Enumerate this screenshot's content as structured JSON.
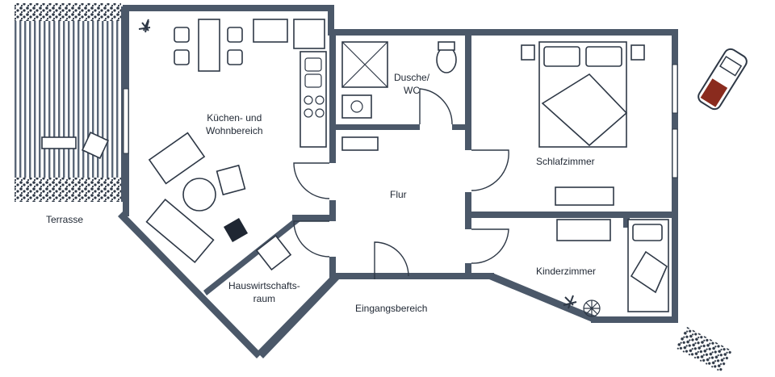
{
  "plan": {
    "rooms": {
      "terrace": "Terrasse",
      "kitchen_line1": "Küchen- und",
      "kitchen_line2": "Wohnbereich",
      "shower_line1": "Dusche/",
      "shower_line2": "WC",
      "bedroom": "Schlafzimmer",
      "hall": "Flur",
      "kids": "Kinderzimmer",
      "utility_line1": "Hauswirtschafts-",
      "utility_line2": "raum",
      "entrance": "Eingangsbereich"
    },
    "colors": {
      "wall": "#4b5869",
      "line": "#2e3846",
      "hatch": "#5a6677",
      "car": "#8a2b1e"
    }
  }
}
